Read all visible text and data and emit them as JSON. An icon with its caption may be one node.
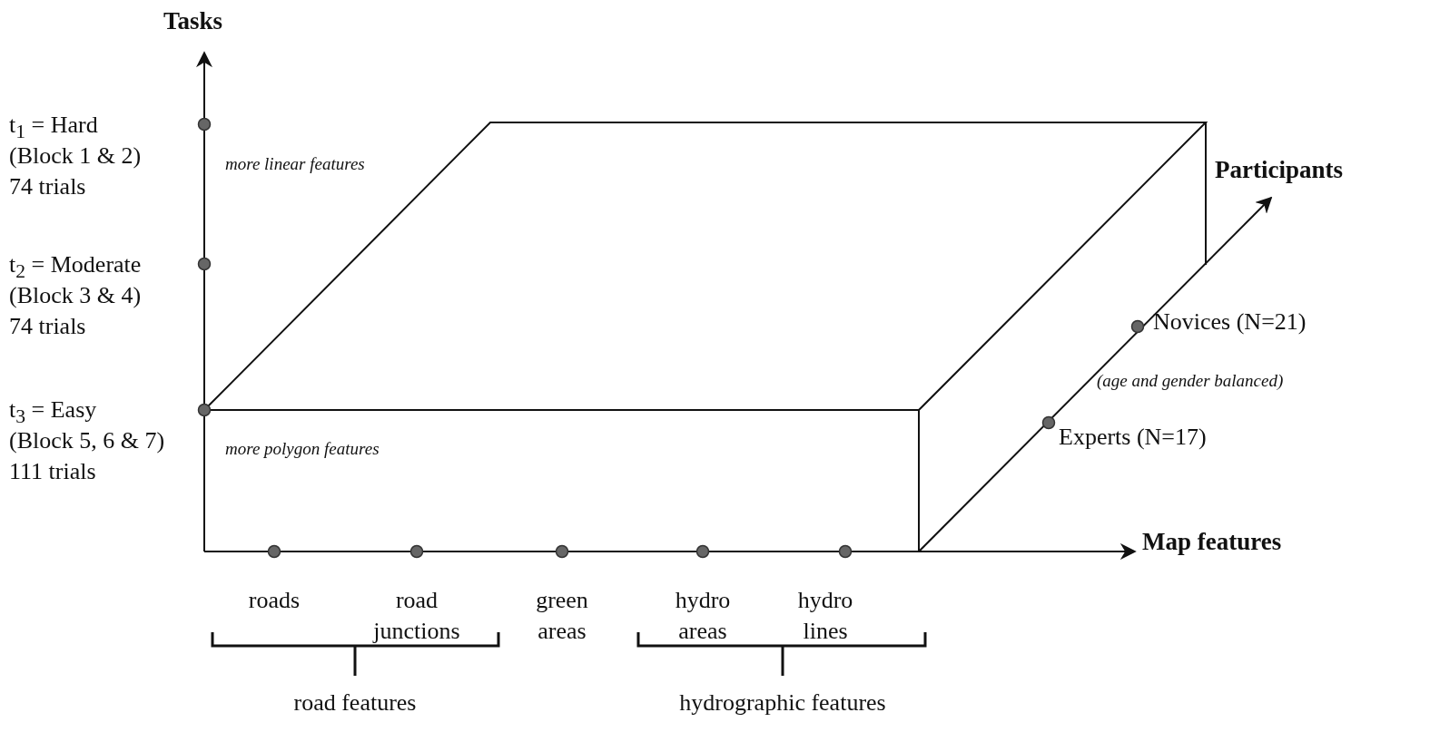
{
  "diagram": {
    "labels": [
      "Tasks",
      "t$_{1}$ = Hard",
      "(Block 1 & 2)",
      "74 trials",
      "more linear features",
      "Participants",
      "t$_{2}$ = Moderate",
      "(Block 3 & 4)",
      "74 trials",
      "Novices (N=21)",
      "(age and gender balanced)",
      "t$_{3}$ = Easy",
      "(Block 5, 6 & 7)",
      "111 trials",
      "more polygon features",
      "Experts (N=17)",
      "Map features",
      "roads",
      "road junctions",
      "green areas",
      "hydro areas",
      "hydro lines",
      "road features",
      "hydrographic features"
    ]
  }
}
